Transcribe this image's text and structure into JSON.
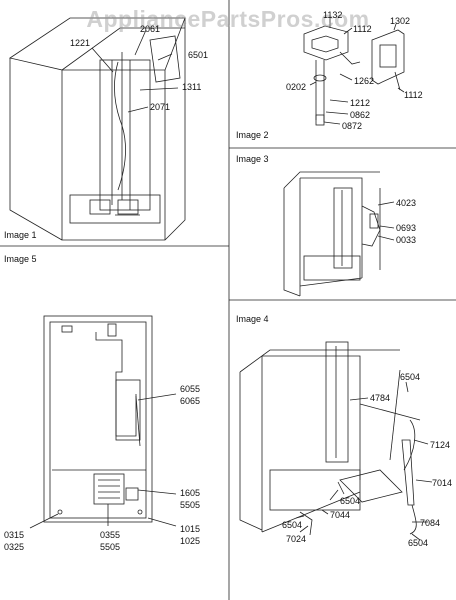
{
  "watermark": "AppliancePartsPros.com",
  "panels": {
    "image1": {
      "title": "Image 1",
      "labels": [
        "2061",
        "1221",
        "6501",
        "1311",
        "2071"
      ]
    },
    "image2": {
      "title": "Image 2",
      "labels": [
        "1132",
        "1302",
        "1112",
        "1262",
        "0202",
        "1212",
        "0862",
        "0872",
        "1112"
      ]
    },
    "image3": {
      "title": "Image 3",
      "labels": [
        "4023",
        "0693",
        "0033"
      ]
    },
    "image4": {
      "title": "Image 4",
      "labels": [
        "6504",
        "4784",
        "7124",
        "7014",
        "6504",
        "7044",
        "6504",
        "7024",
        "7084",
        "6504"
      ]
    },
    "image5": {
      "title": "Image 5",
      "labels": [
        "6055",
        "6065",
        "1605",
        "5505",
        "1015",
        "1025",
        "0315",
        "0325",
        "0355",
        "5505"
      ]
    }
  },
  "colors": {
    "line": "#222222",
    "watermark": "#969696"
  }
}
